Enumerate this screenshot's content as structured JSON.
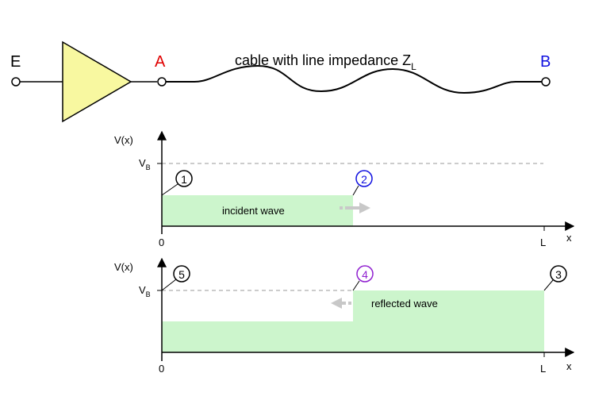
{
  "circuit": {
    "input_label": "E",
    "node_a_label": "A",
    "node_b_label": "B",
    "cable_label": "cable with line impedance Z",
    "cable_label_sub": "L",
    "colors": {
      "node_a": "#e00000",
      "node_b": "#1010e0",
      "driver_fill": "#f8f8a0"
    }
  },
  "plot1": {
    "ylabel": "V(x)",
    "vb_label": "V",
    "vb_sub": "B",
    "x_origin": "0",
    "x_end": "L",
    "xaxis": "x",
    "wave_label": "incident wave",
    "markers": [
      {
        "num": "1",
        "color": "#000000"
      },
      {
        "num": "2",
        "color": "#1010e0"
      }
    ]
  },
  "plot2": {
    "ylabel": "V(x)",
    "vb_label": "V",
    "vb_sub": "B",
    "x_origin": "0",
    "x_end": "L",
    "xaxis": "x",
    "wave_label": "reflected wave",
    "markers": [
      {
        "num": "5",
        "color": "#000000"
      },
      {
        "num": "4",
        "color": "#9020d0"
      },
      {
        "num": "3",
        "color": "#000000"
      }
    ]
  },
  "colors": {
    "wave_fill": "#ccf5cc",
    "arrow": "#c8c8c8",
    "dashed": "#999999"
  }
}
